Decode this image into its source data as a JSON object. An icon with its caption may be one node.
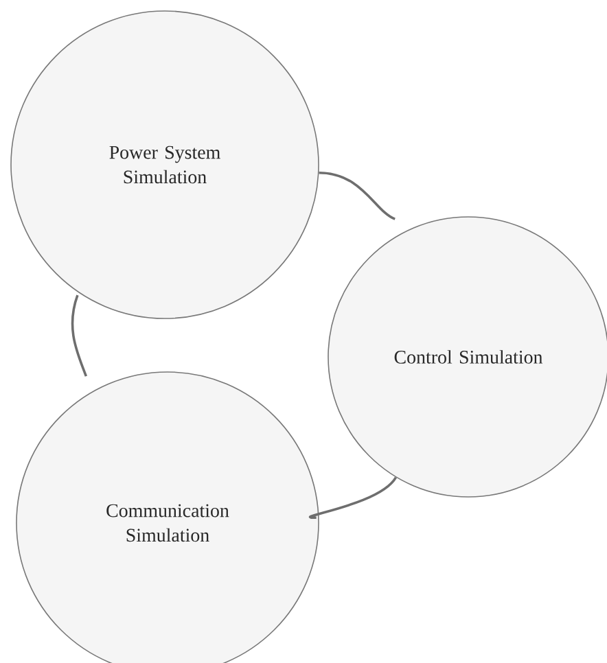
{
  "diagram": {
    "nodes": [
      {
        "text": [
          "Power System Simulation"
        ]
      },
      {
        "text": [
          "Control Simulation"
        ]
      },
      {
        "text": [
          "Communication Simulation"
        ]
      }
    ],
    "edges": [
      {
        "from": 0,
        "to": 1,
        "arrow": "none"
      },
      {
        "from": 1,
        "to": 2,
        "arrow": "none"
      },
      {
        "from": 2,
        "to": 0,
        "arrow": "none"
      }
    ]
  }
}
